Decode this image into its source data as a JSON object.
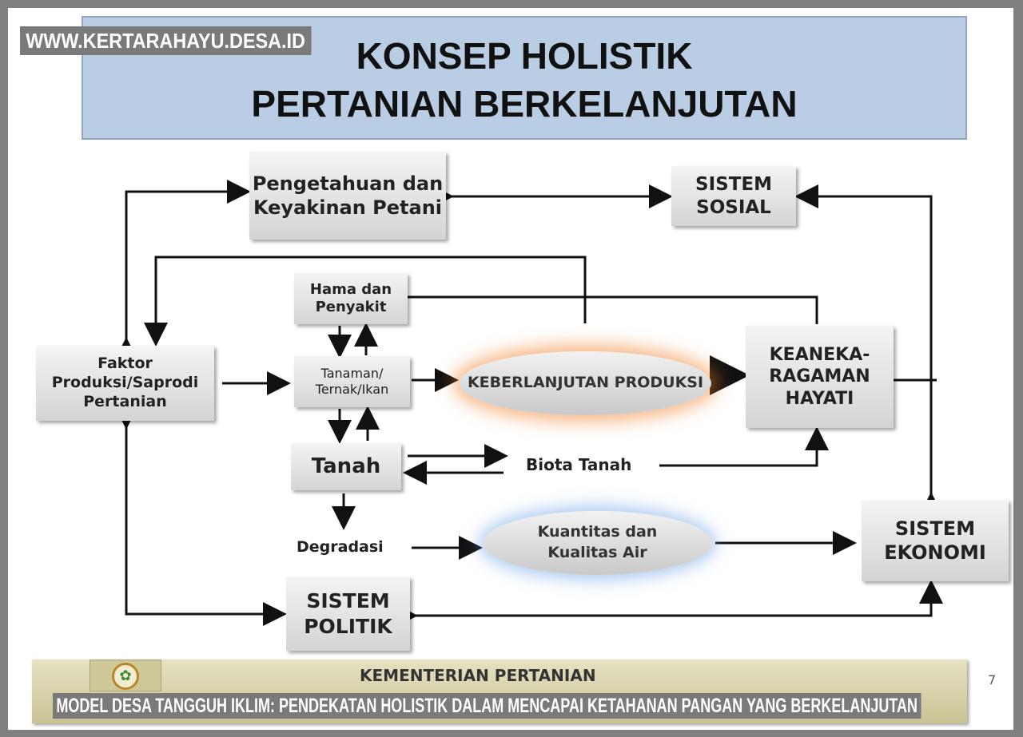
{
  "watermark": "WWW.KERTARAHAYU.DESA.ID",
  "title": {
    "line1": "KONSEP HOLISTIK",
    "line2": "PERTANIAN BERKELANJUTAN"
  },
  "nodes": {
    "pengetahuan": "Pengetahuan dan Keyakinan Petani",
    "sistem_sosial": "SISTEM SOSIAL",
    "hama": "Hama dan Penyakit",
    "faktor": "Faktor Produksi/Saprodi Pertanian",
    "tanaman": "Tanaman/ Ternak/Ikan",
    "keberlanjutan": "KEBERLANJUTAN PRODUKSI",
    "keanekaragaman": "KEANEKA- RAGAMAN HAYATI",
    "tanah": "Tanah",
    "biota": "Biota Tanah",
    "degradasi": "Degradasi",
    "kuantitas": "Kuantitas dan Kualitas Air",
    "sistem_ekonomi": "SISTEM EKONOMI",
    "sistem_politik": "SISTEM POLITIK"
  },
  "footer": {
    "ministry": "KEMENTERIAN PERTANIAN",
    "page_number": "7"
  },
  "caption": "MODEL DESA TANGGUH IKLIM: PENDEKATAN HOLISTIK DALAM MENCAPAI KETAHANAN PANGAN YANG BERKELANJUTAN"
}
